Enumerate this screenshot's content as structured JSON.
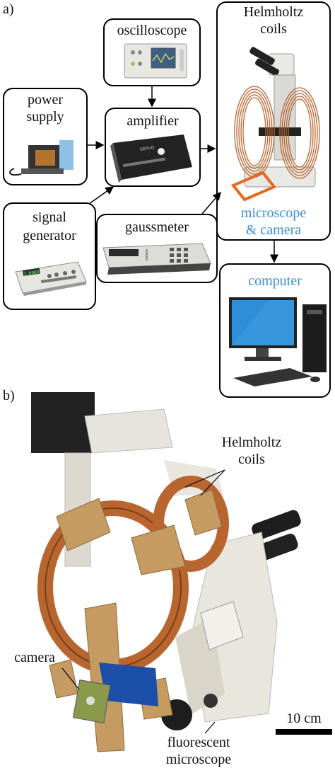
{
  "panel_a": {
    "letter": "a)",
    "oscilloscope": "oscilloscope",
    "power_supply": [
      "power",
      "supply"
    ],
    "amplifier": "amplifier",
    "signal_generator": [
      "signal",
      "generator"
    ],
    "gaussmeter": "gaussmeter",
    "helmholtz": [
      "Helmholtz",
      "coils"
    ],
    "microscope_camera": [
      "microscope",
      "& camera"
    ],
    "computer": "computer",
    "amplifier_brand": "SERVO"
  },
  "panel_b": {
    "letter": "b)",
    "helmholtz": [
      "Helmholtz",
      "coils"
    ],
    "camera": "camera",
    "fluorescent": [
      "fluorescent",
      "microscope"
    ],
    "scale": "10 cm"
  },
  "colors": {
    "accent_blue": "#3b8fd6",
    "coil_copper": "#b8652f"
  }
}
